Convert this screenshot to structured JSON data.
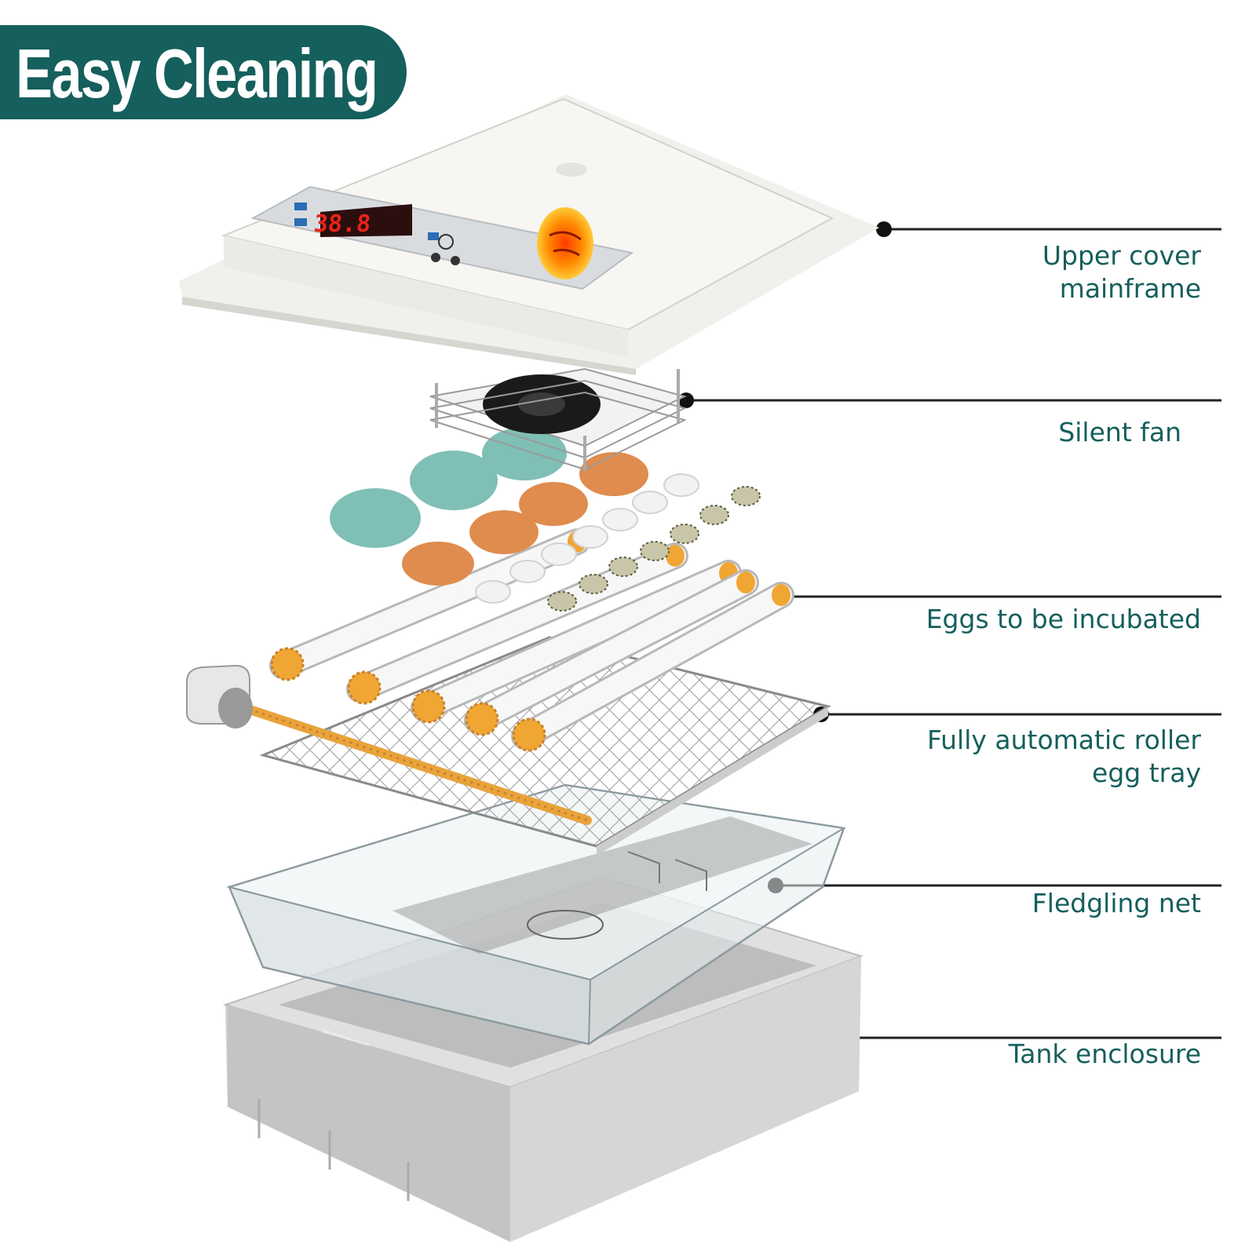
{
  "banner": {
    "title": "Easy Cleaning"
  },
  "display": {
    "readout": "38.8"
  },
  "parts": [
    {
      "label": "Upper cover\nmainframe"
    },
    {
      "label": "Silent fan"
    },
    {
      "label": "Eggs to be incubated"
    },
    {
      "label": "Fully automatic roller\negg tray"
    },
    {
      "label": "Fledgling net"
    },
    {
      "label": "Tank enclosure"
    }
  ],
  "colors": {
    "brand": "#155f5c",
    "egg_blue": "#7fbfb6",
    "egg_brown": "#df8c4e",
    "roller_gear": "#f0a632",
    "display_red": "#e8231a"
  }
}
